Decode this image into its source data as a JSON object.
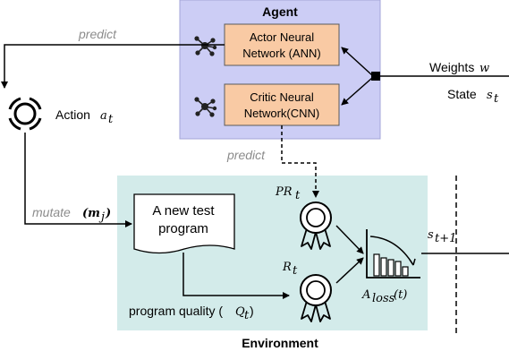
{
  "agent": {
    "title": "Agent",
    "actor_line1": "Actor Neural",
    "actor_line2": "Network (ANN)",
    "critic_line1": "Critic Neural",
    "critic_line2": "Network(CNN)"
  },
  "inputs": {
    "weights_text": "Weights",
    "weights_var": "w",
    "state_text": "State",
    "state_var": "s",
    "state_sub": "t"
  },
  "edges": {
    "predict_top": "predict",
    "predict_mid": "predict",
    "mutate_text": "mutate",
    "mutate_var": "(m",
    "mutate_sub": "j",
    "mutate_close": ")",
    "quality_text": "program quality (",
    "quality_var": "Q",
    "quality_sub": "t",
    "quality_close": ")"
  },
  "action": {
    "text": "Action",
    "var": "a",
    "sub": "t"
  },
  "environment": {
    "title": "Environment",
    "doc_line1": "A new test",
    "doc_line2": "program",
    "pr_var": "PR",
    "pr_sub": "t",
    "r_var": "R",
    "r_sub": "t",
    "aloss_var": "A",
    "aloss_sub": "loss",
    "aloss_arg": "(t)",
    "next_state_var": "s",
    "next_state_sub": "t+1"
  },
  "colors": {
    "agent_bg": "#cccdf5",
    "agent_border": "#a3a5d8",
    "nn_box": "#f9caa4",
    "nn_border": "#5a5a5a",
    "env_bg": "#d3ebea",
    "grey_text": "#8c8c8c"
  },
  "icons": [
    "network-icon",
    "target-icon",
    "award-icon",
    "loss-chart-icon",
    "document-icon"
  ]
}
